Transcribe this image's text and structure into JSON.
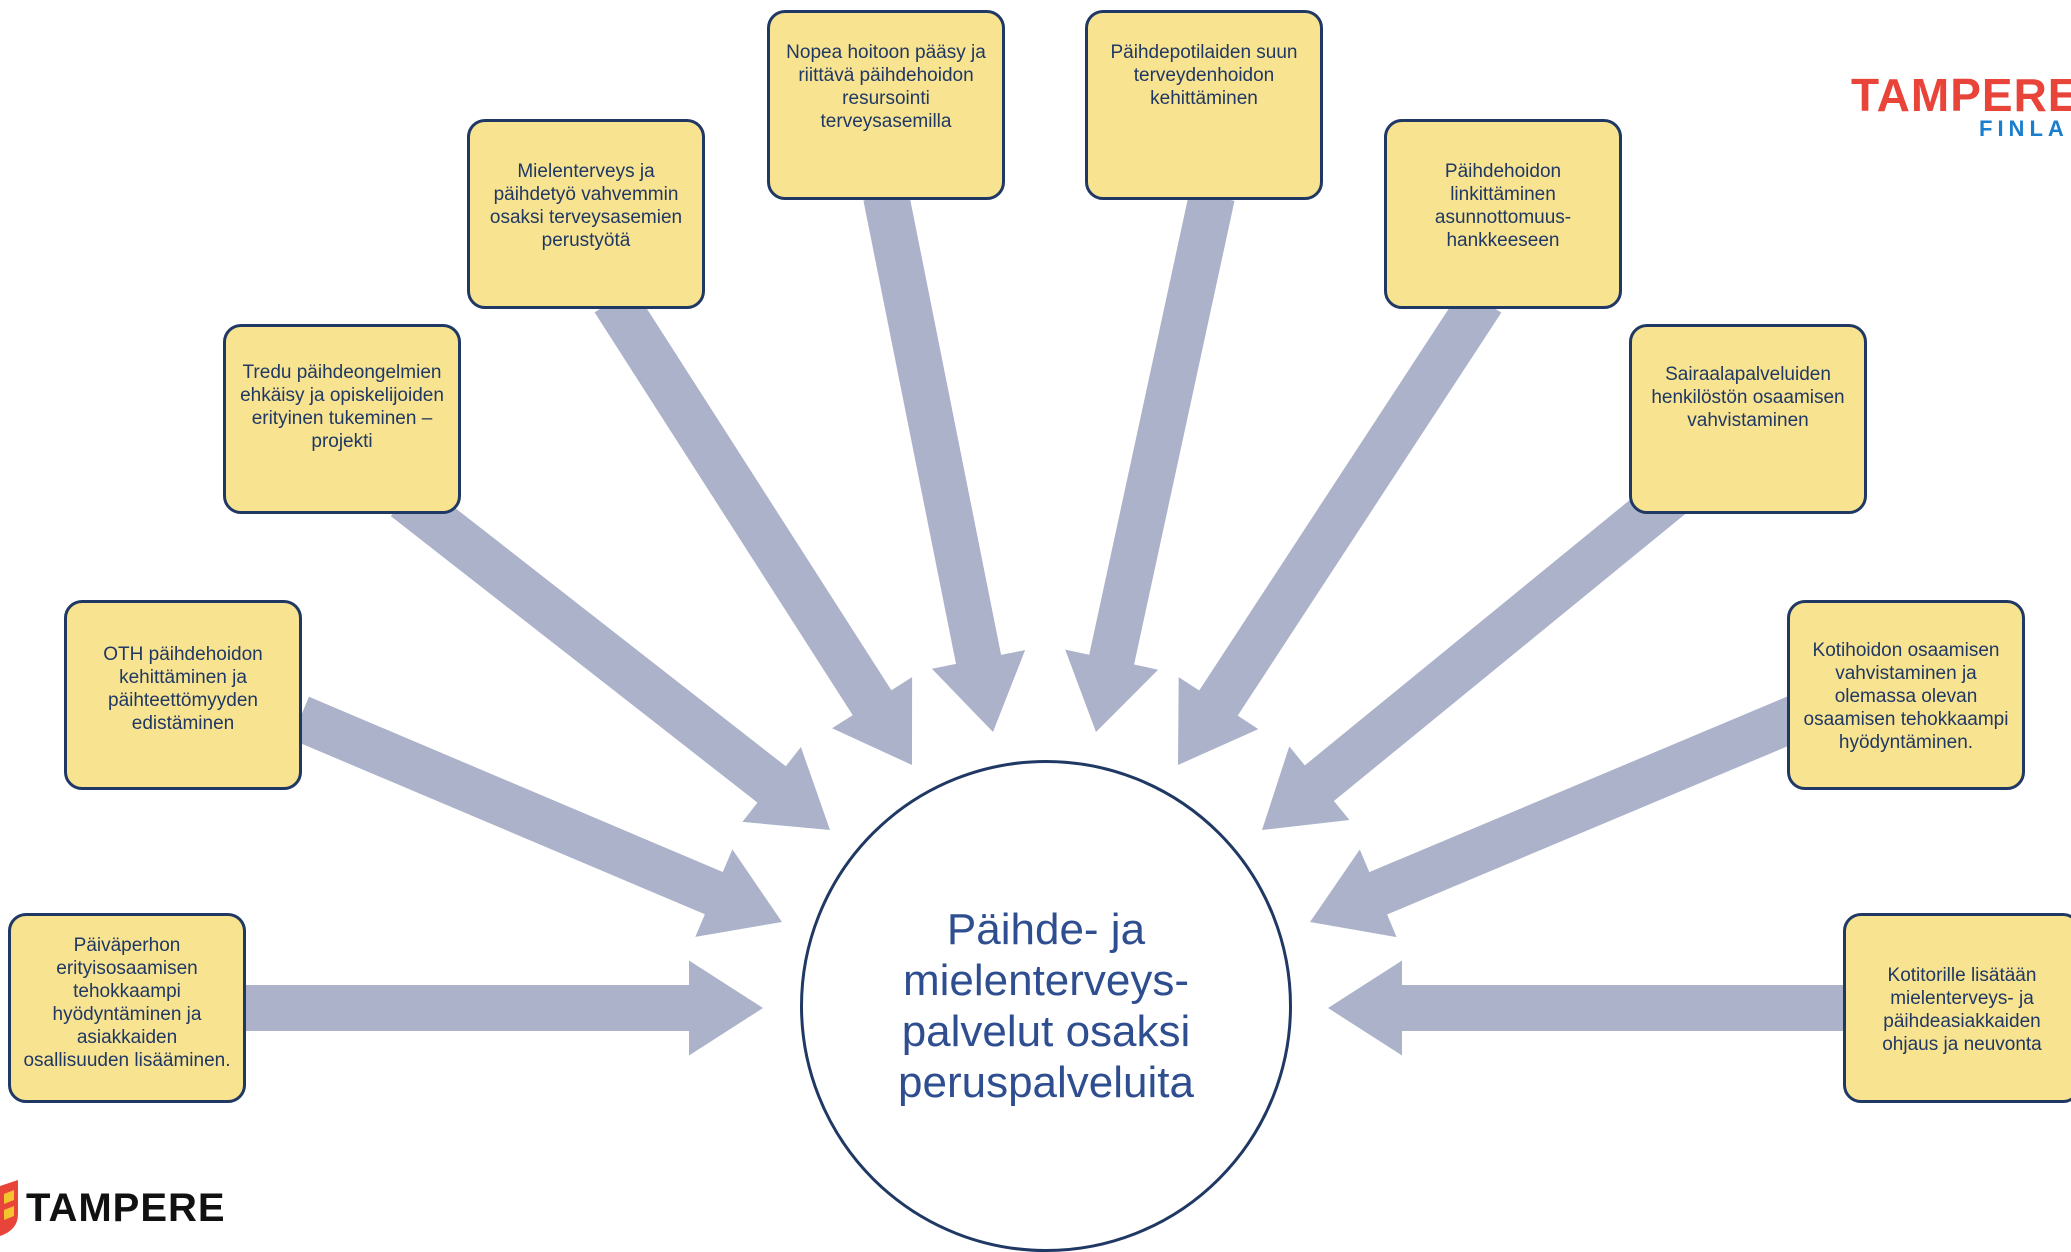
{
  "center": {
    "text": "Päihde- ja\nmielenterveys-\npalvelut osaksi\nperuspalveluita"
  },
  "boxes": [
    {
      "id": "paivaperho",
      "text": "Päiväperhon erityisosaamisen tehokkaampi hyödyntäminen ja asiakkaiden osallisuuden lisääminen."
    },
    {
      "id": "oth",
      "text": "OTH päihdehoidon kehittäminen ja päihteettömyyden edistäminen"
    },
    {
      "id": "tredu",
      "text": "Tredu päihdeongelmien ehkäisy ja opiskelijoiden erityinen tukeminen – projekti"
    },
    {
      "id": "mielenterveys",
      "text": "Mielenterveys ja päihdetyö vahvemmin osaksi terveysasemien perustyötä"
    },
    {
      "id": "nopea",
      "text": "Nopea hoitoon pääsy ja riittävä päihdehoidon resursointi terveysasemilla"
    },
    {
      "id": "suun",
      "text": "Päihdepotilaiden suun terveydenhoidon kehittäminen"
    },
    {
      "id": "asunnottomuus",
      "text": "Päihdehoidon linkittäminen asunnottomuus-hankkeeseen"
    },
    {
      "id": "sairaala",
      "text": "Sairaalapalveluiden henkilöstön osaamisen vahvistaminen"
    },
    {
      "id": "kotihoito",
      "text": "Kotihoidon osaamisen vahvistaminen ja olemassa olevan osaamisen tehokkaampi hyödyntäminen."
    },
    {
      "id": "kotitori",
      "text": "Kotitorille lisätään mielenterveys- ja päihdeasiakkaiden ohjaus ja neuvonta"
    }
  ],
  "logos": {
    "top_right_word": "TAMPERE",
    "top_right_sub": "FINLA",
    "bottom_left_word": "TAMPERE"
  },
  "colors": {
    "box_fill": "#f8e391",
    "box_border": "#1f3864",
    "arrow": "#abb2ca",
    "center_text": "#2e4e8f",
    "logo_red": "#e8443a",
    "logo_blue": "#1a7ecf"
  }
}
